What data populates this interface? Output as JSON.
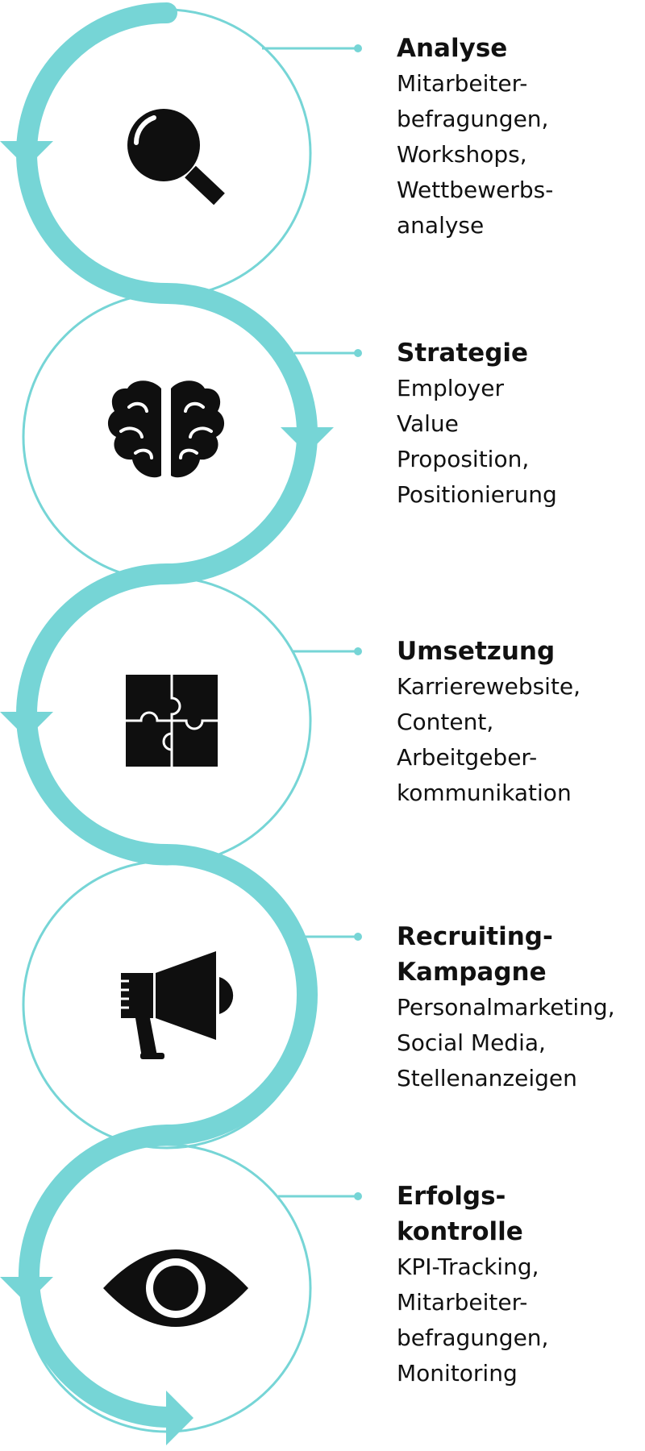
{
  "colors": {
    "accent": "#76D5D6",
    "icon": "#0F0F0F",
    "text": "#111111",
    "background": "#FFFFFF"
  },
  "steps": [
    {
      "title": [
        "Analyse"
      ],
      "desc": [
        "Mitarbeiter-",
        "befragungen,",
        "Workshops,",
        "Wettbewerbs-",
        "analyse"
      ],
      "icon": "magnifier-icon"
    },
    {
      "title": [
        "Strategie"
      ],
      "desc": [
        "Employer",
        "Value",
        "Proposition,",
        "Positionierung"
      ],
      "icon": "brain-icon"
    },
    {
      "title": [
        "Umsetzung"
      ],
      "desc": [
        "Karrierewebsite,",
        "Content,",
        "Arbeitgeber-",
        "kommunikation"
      ],
      "icon": "puzzle-icon"
    },
    {
      "title": [
        "Recruiting-",
        "Kampagne"
      ],
      "desc": [
        "Personalmarketing,",
        "Social Media,",
        "Stellenanzeigen"
      ],
      "icon": "megaphone-icon"
    },
    {
      "title": [
        "Erfolgs-",
        "kontrolle"
      ],
      "desc": [
        "KPI-Tracking,",
        "Mitarbeiter-",
        "befragungen,",
        "Monitoring"
      ],
      "icon": "eye-icon"
    }
  ]
}
